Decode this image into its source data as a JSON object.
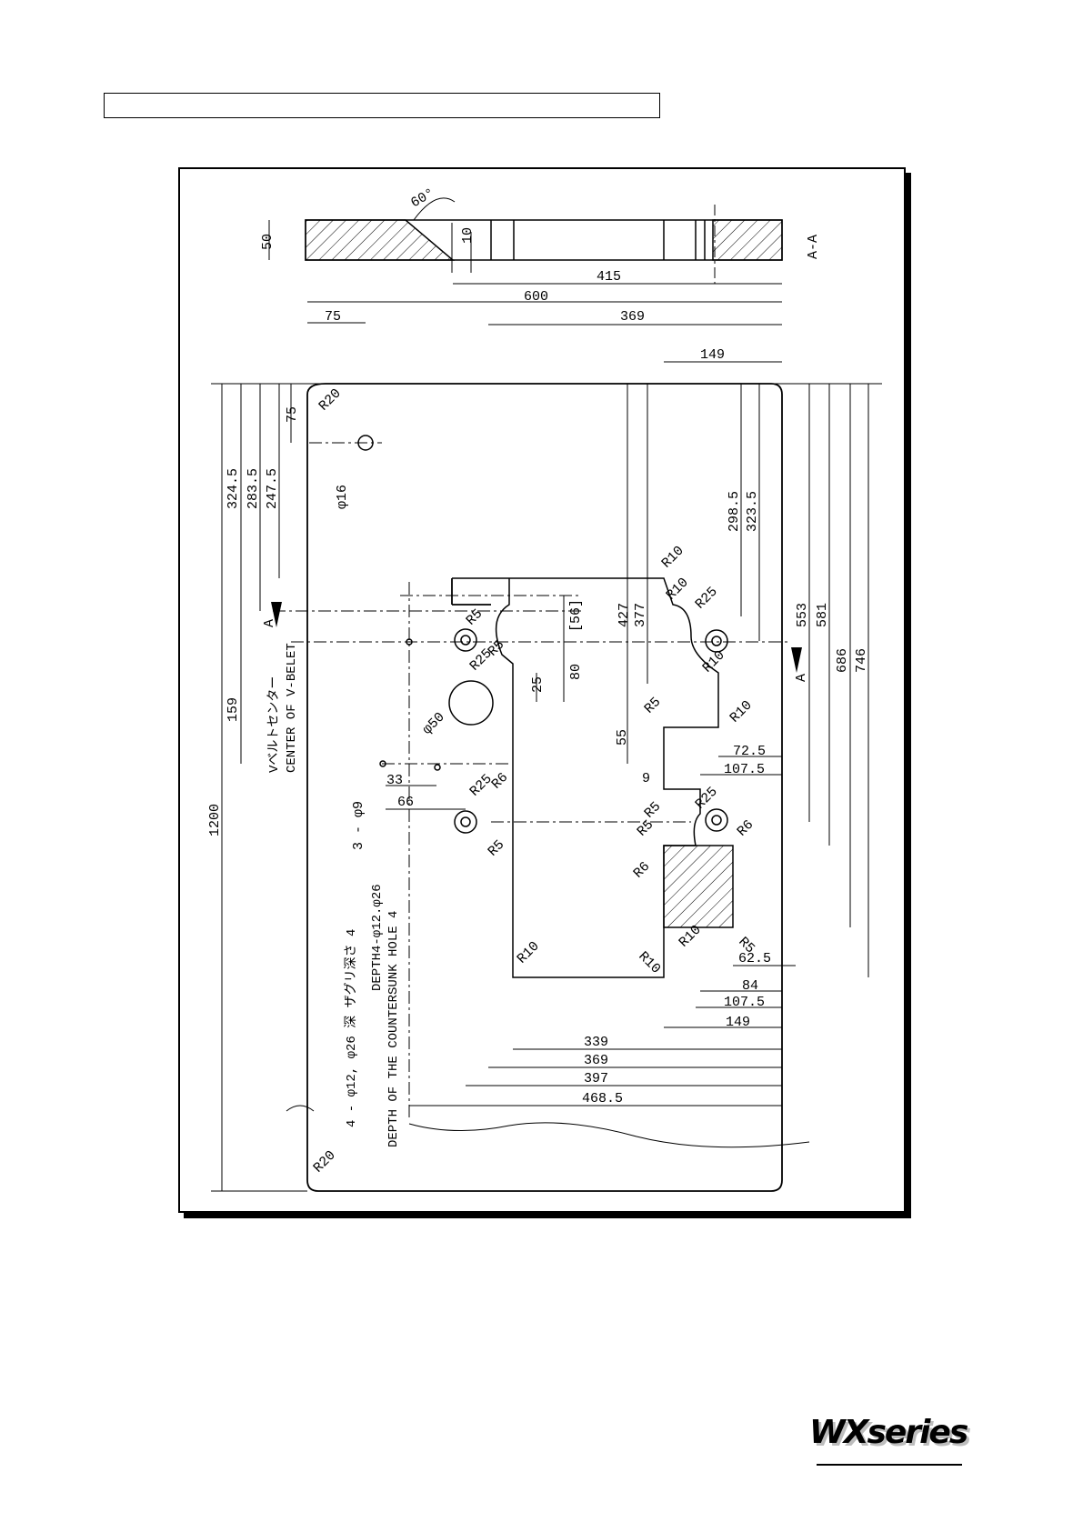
{
  "header": {
    "box_text": ""
  },
  "section": {
    "label": "A-A",
    "chamfer_angle": "60°",
    "thickness": "50",
    "depth": "10"
  },
  "dims_top": {
    "d415": "415",
    "d600": "600",
    "d369": "369",
    "d75": "75",
    "d149": "149"
  },
  "dims_left": {
    "d75": "75",
    "d324_5": "324.5",
    "d283_5": "283.5",
    "d247_5": "247.5",
    "d159": "159",
    "d1200": "1200",
    "d33": "33",
    "d66": "66"
  },
  "dims_mid": {
    "d427": "427",
    "d377": "377",
    "d56": "[56]",
    "d80": "80",
    "d25": "25",
    "d55": "55",
    "d9": "9"
  },
  "dims_right": {
    "d298_5": "298.5",
    "d323_5": "323.5",
    "d553": "553",
    "d581": "581",
    "d686": "686",
    "d746": "746",
    "d72_5": "72.5",
    "d107_5a": "107.5",
    "d62_5": "62.5",
    "d84": "84",
    "d107_5b": "107.5",
    "d149": "149"
  },
  "dims_bottom": {
    "d339": "339",
    "d369": "369",
    "d397": "397",
    "d468_5": "468.5"
  },
  "radii": {
    "r20": "R20",
    "r10": "R10",
    "r25": "R25",
    "r5": "R5",
    "r6": "R6",
    "r10b": "R10",
    "r25b": "R25"
  },
  "holes": {
    "phi16": "φ16",
    "phi50": "φ50",
    "three_phi9": "3 - φ9",
    "phi_label": "φ16"
  },
  "notes": {
    "vbelt_jp": "Vベルトセンター",
    "vbelt_en": "CENTER OF V-BELET",
    "section_mark": "A",
    "hole_jp": "4 - φ12, φ26 深 ザグリ深さ 4",
    "hole_en1": "DEPTH4-φ12.φ26",
    "hole_en2": "DEPTH OF THE COUNTERSUNK HOLE 4"
  },
  "logo": {
    "text": "WXseries"
  }
}
